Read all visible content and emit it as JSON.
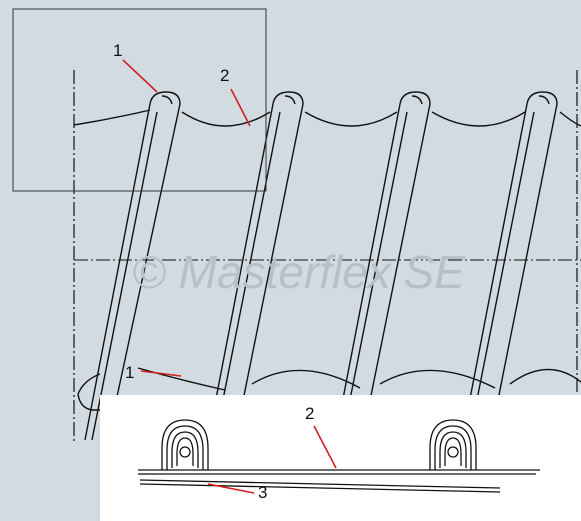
{
  "watermark": "© Masterflex SE",
  "labels": {
    "callout_1_top": "1",
    "callout_2_top": "2",
    "callout_1_bottom": "1",
    "detail_2": "2",
    "detail_3": "3"
  },
  "colors": {
    "background": "#d3dbe2",
    "leader": "#d21e1e",
    "line": "#111111",
    "detail_panel": "#ffffff"
  }
}
